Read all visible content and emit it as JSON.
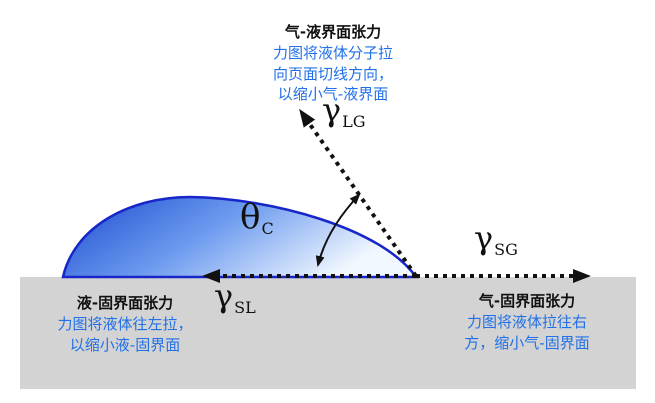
{
  "colors": {
    "blue_text": "#2170e8",
    "surface_gray": "#d3d3d3",
    "droplet_edge": "#1626c8"
  },
  "diagram": {
    "top_annotation": {
      "title": "气-液界面张力",
      "lines": [
        "力图将液体分子拉",
        "向页面切线方向，",
        "以缩小气-液界面"
      ]
    },
    "left_annotation": {
      "title": "液-固界面张力",
      "lines": [
        "力图将液体往左拉，",
        "以缩小液-固界面"
      ]
    },
    "right_annotation": {
      "title": "气-固界面张力",
      "lines": [
        "力图将液体拉往右",
        "方，缩小气-固界面"
      ]
    },
    "labels": {
      "gamma_lg": {
        "symbol": "γ",
        "sub": "LG"
      },
      "gamma_sg": {
        "symbol": "γ",
        "sub": "SG"
      },
      "gamma_sl": {
        "symbol": "γ",
        "sub": "SL"
      },
      "theta_c": {
        "symbol": "θ",
        "sub": "C"
      }
    }
  }
}
